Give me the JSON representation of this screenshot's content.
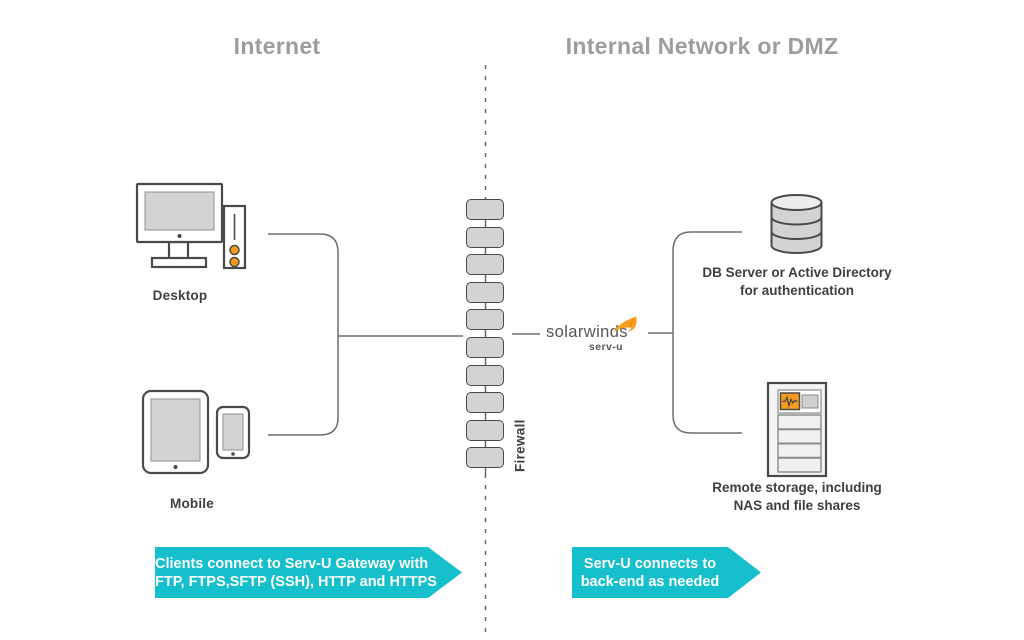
{
  "headings": {
    "left": "Internet",
    "right": "Internal Network or DMZ"
  },
  "left_zone": {
    "desktop_label": "Desktop",
    "mobile_label": "Mobile"
  },
  "firewall": {
    "label": "Firewall",
    "brick_count": 10
  },
  "logo": {
    "brand": "solarwinds",
    "product": "serv-u"
  },
  "right_zone": {
    "db_label_line1": "DB Server or Active Directory",
    "db_label_line2": "for authentication",
    "storage_label_line1": "Remote storage, including",
    "storage_label_line2": "NAS and file shares"
  },
  "banners": {
    "left": {
      "line1": "Clients connect to Serv-U Gateway with",
      "line2": "FTP, FTPS,SFTP (SSH), HTTP and HTTPS"
    },
    "right": {
      "line1": "Serv-U connects to",
      "line2": "back-end as needed"
    }
  },
  "colors": {
    "accent_teal": "#16bfcc",
    "accent_orange": "#f49b20",
    "icon_fill_gray": "#d3d3d3",
    "outline_dark": "#4a4a4a",
    "connector_gray": "#6e6e6e",
    "heading_gray": "#9d9d9d"
  }
}
